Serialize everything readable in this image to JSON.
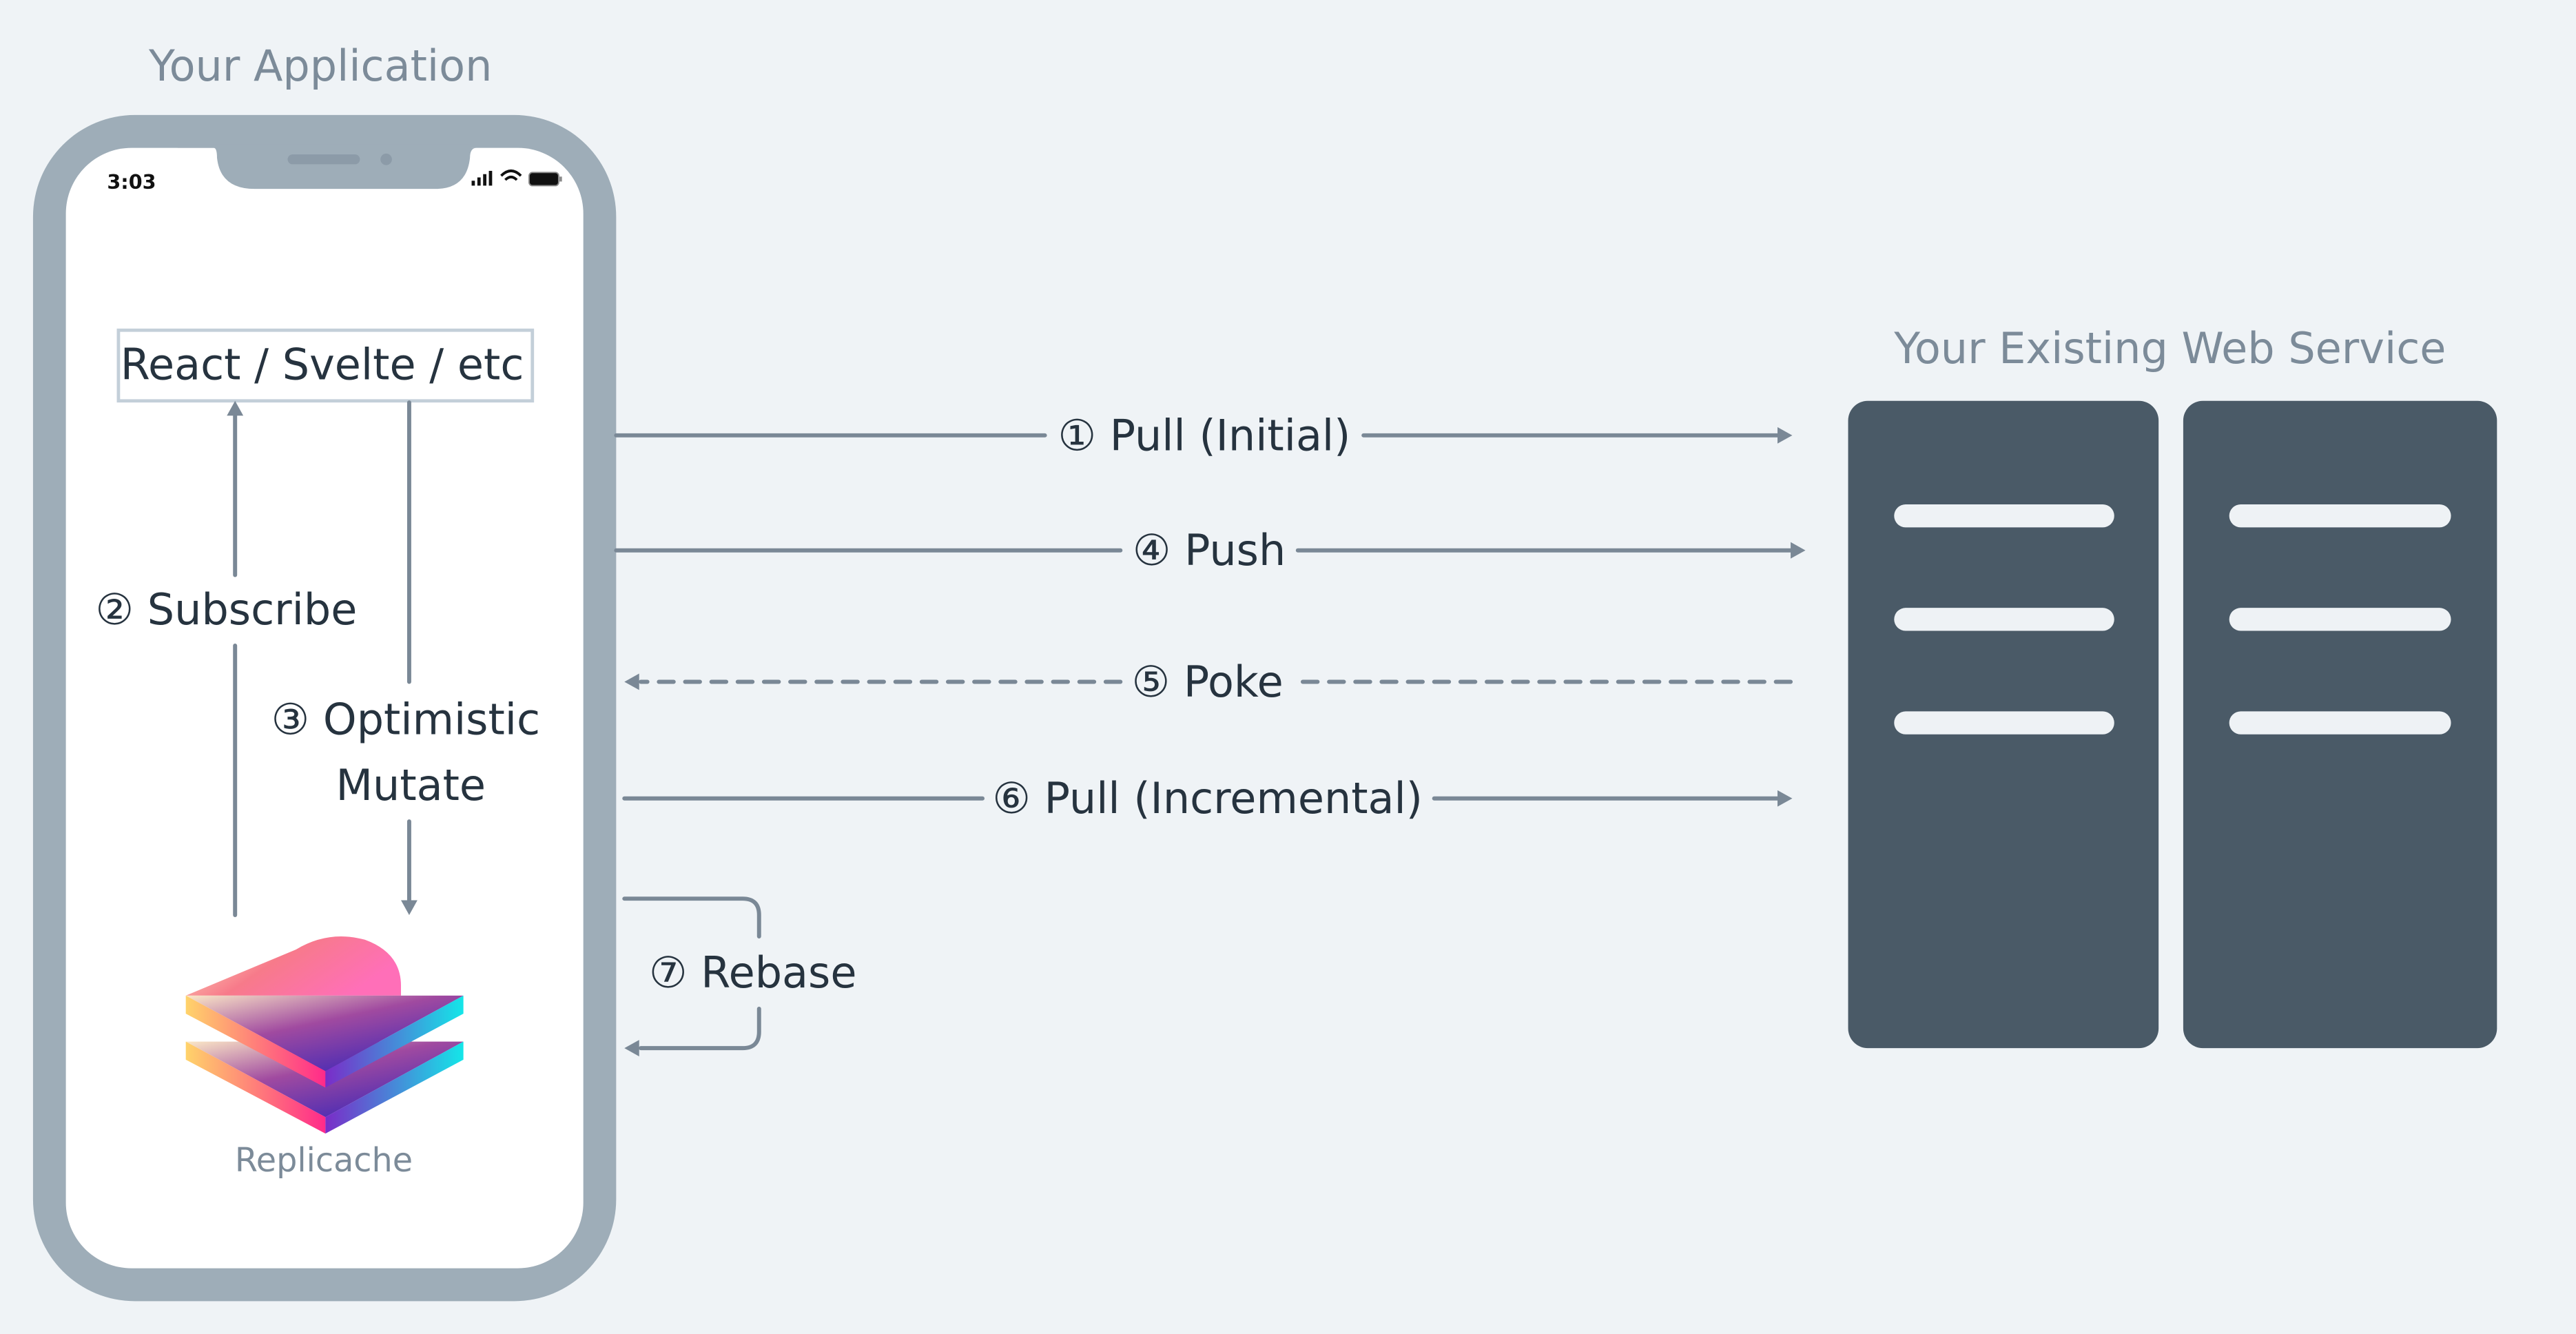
{
  "app_title": "Your Application",
  "phone": {
    "time": "3:03",
    "framework_box": "React / Svelte / etc",
    "library_label": "Replicache"
  },
  "steps": {
    "subscribe": "② Subscribe",
    "mutate_line1": "③ Optimistic",
    "mutate_line2": "Mutate",
    "pull_initial": "① Pull (Initial)",
    "push": "④ Push",
    "poke": "⑤ Poke",
    "pull_incremental": "⑥ Pull (Incremental)",
    "rebase": "⑦ Rebase"
  },
  "server_title": "Your Existing Web Service",
  "colors": {
    "background": "#eff3f6",
    "phone_frame": "#9eadb8",
    "server": "#4a5a67",
    "arrow": "#7a8896",
    "text": "#26333f",
    "title": "#7c8b99"
  }
}
